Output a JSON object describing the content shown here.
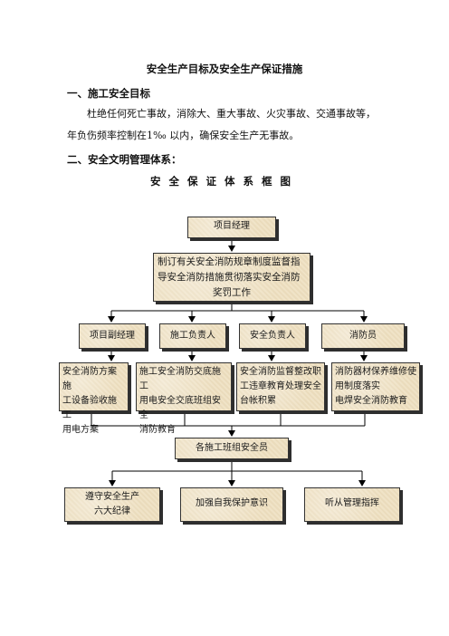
{
  "doc": {
    "title": "安全生产目标及安全生产保证措施",
    "section1_heading": "一、施工安全目标",
    "section1_para_line1": "杜绝任何死亡事故，消除大、重大事故、火灾事故、交通事故等，",
    "section1_para_line2": "年负伤频率控制在1‰ 以内，确保安全生产无事故。",
    "section2_heading": "二、安全文明管理体系：",
    "chart_title": "安全保证体系框图"
  },
  "chart": {
    "top": "项目经理",
    "mid_line1": "制订有关安全消防规章制度监督指",
    "mid_line2": "导安全消防措施贯彻落实安全消防",
    "mid_line3": "奖罚工作",
    "roles": [
      "项目副经理",
      "施工负责人",
      "安全负责人",
      "消防员"
    ],
    "duties": [
      [
        "安全消防方案施",
        "工设备验收施工",
        "用电方案"
      ],
      [
        "施工安全消防交底施工",
        "用电安全交底班组安全",
        "消防教育"
      ],
      [
        "安全消防监督整改职",
        "工违章教育处理安全",
        "台帐积累"
      ],
      [
        "消防器材保养维修使",
        "用制度落实",
        "电焊安全消防教育"
      ]
    ],
    "team": "各施工班组安全员",
    "bottom1_line1": "遵守安全生产",
    "bottom1_line2": "六大纪律",
    "bottom2": "加强自我保护意识",
    "bottom3": "听从管理指挥"
  }
}
